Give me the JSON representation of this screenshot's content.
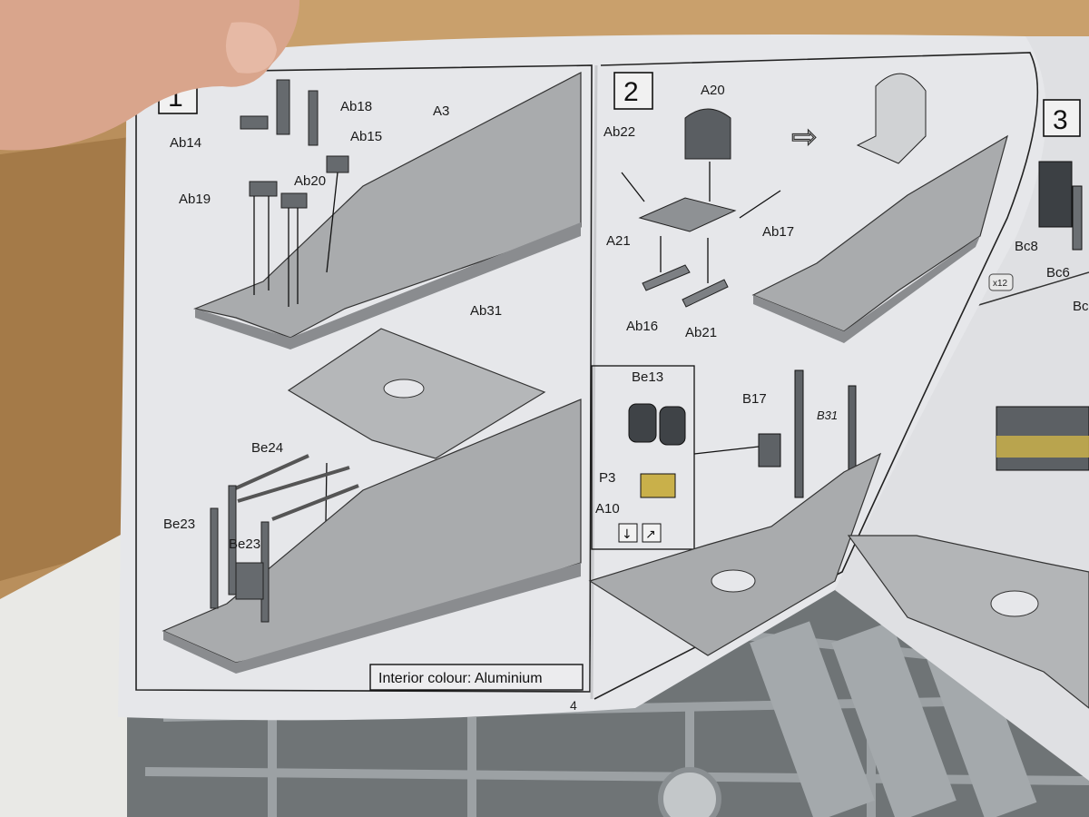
{
  "colors": {
    "cardboard": "#b98f5c",
    "paper": "#e6e7ea",
    "hull_grey": "#a9abad",
    "sprue_grey": "#8d9295",
    "skin": "#d9a58c",
    "accent_yellow": "#c9b04a"
  },
  "instructions": {
    "page_number": "4",
    "step1": {
      "number": "1",
      "labels": {
        "a3": "A3",
        "ab18": "Ab18",
        "ab14": "Ab14",
        "ab15": "Ab15",
        "ab19": "Ab19",
        "ab20": "Ab20",
        "ab31": "Ab31",
        "be24": "Be24",
        "be23_left": "Be23",
        "be23_right": "Be23"
      },
      "caption": "Interior colour: Aluminium"
    },
    "step2": {
      "number": "2",
      "labels": {
        "a20": "A20",
        "ab22": "Ab22",
        "a21": "A21",
        "ab17": "Ab17",
        "ab16": "Ab16",
        "ab21": "Ab21",
        "be13": "Be13",
        "p3": "P3",
        "a10": "A10",
        "b17": "B17",
        "b31": "B31"
      }
    },
    "step3": {
      "number": "3",
      "labels": {
        "bc8": "Bc8",
        "bc6": "Bc6",
        "bc_partial": "Bc"
      },
      "quantity": "x12"
    }
  }
}
